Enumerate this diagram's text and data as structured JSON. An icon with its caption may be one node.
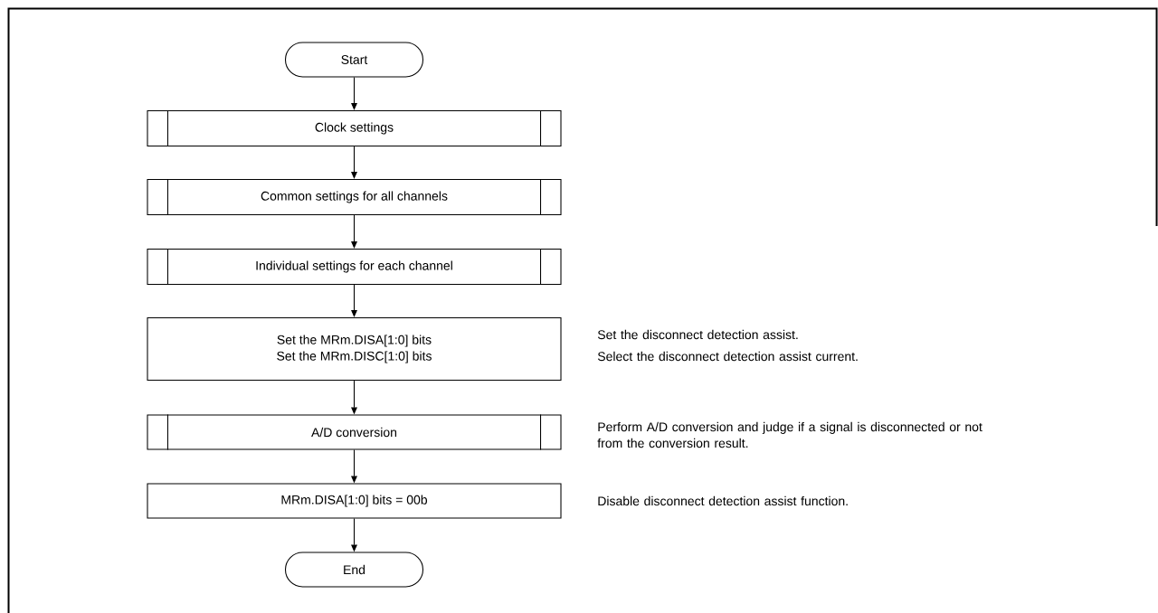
{
  "diagram": {
    "nodes": [
      {
        "text": [
          "Start"
        ]
      },
      {
        "text": [
          "Clock settings"
        ]
      },
      {
        "text": [
          "Common settings for all channels"
        ]
      },
      {
        "text": [
          "Individual settings for each channel"
        ]
      },
      {
        "text": [
          "Set the MRm.DISA[1:0] bits",
          "Set the MRm.DISC[1:0] bits"
        ],
        "beside": [
          "Set the disconnect detection assist.",
          "Select the disconnect detection assist current."
        ]
      },
      {
        "text": [
          "A/D conversion"
        ],
        "beside": [
          "Perform A/D conversion and judge if a signal is disconnected or not from the conversion result."
        ]
      },
      {
        "text": [
          "MRm.DISA[1:0] bits = 00b"
        ],
        "beside": [
          "Disable disconnect detection assist function."
        ]
      },
      {
        "text": [
          "End"
        ]
      }
    ],
    "edges": [
      {
        "from": 0,
        "to": 1,
        "arrow": "to"
      },
      {
        "from": 1,
        "to": 2,
        "arrow": "to"
      },
      {
        "from": 2,
        "to": 3,
        "arrow": "to"
      },
      {
        "from": 3,
        "to": 4,
        "arrow": "to"
      },
      {
        "from": 4,
        "to": 5,
        "arrow": "to"
      },
      {
        "from": 5,
        "to": 6,
        "arrow": "to"
      },
      {
        "from": 6,
        "to": 7,
        "arrow": "to"
      }
    ]
  }
}
